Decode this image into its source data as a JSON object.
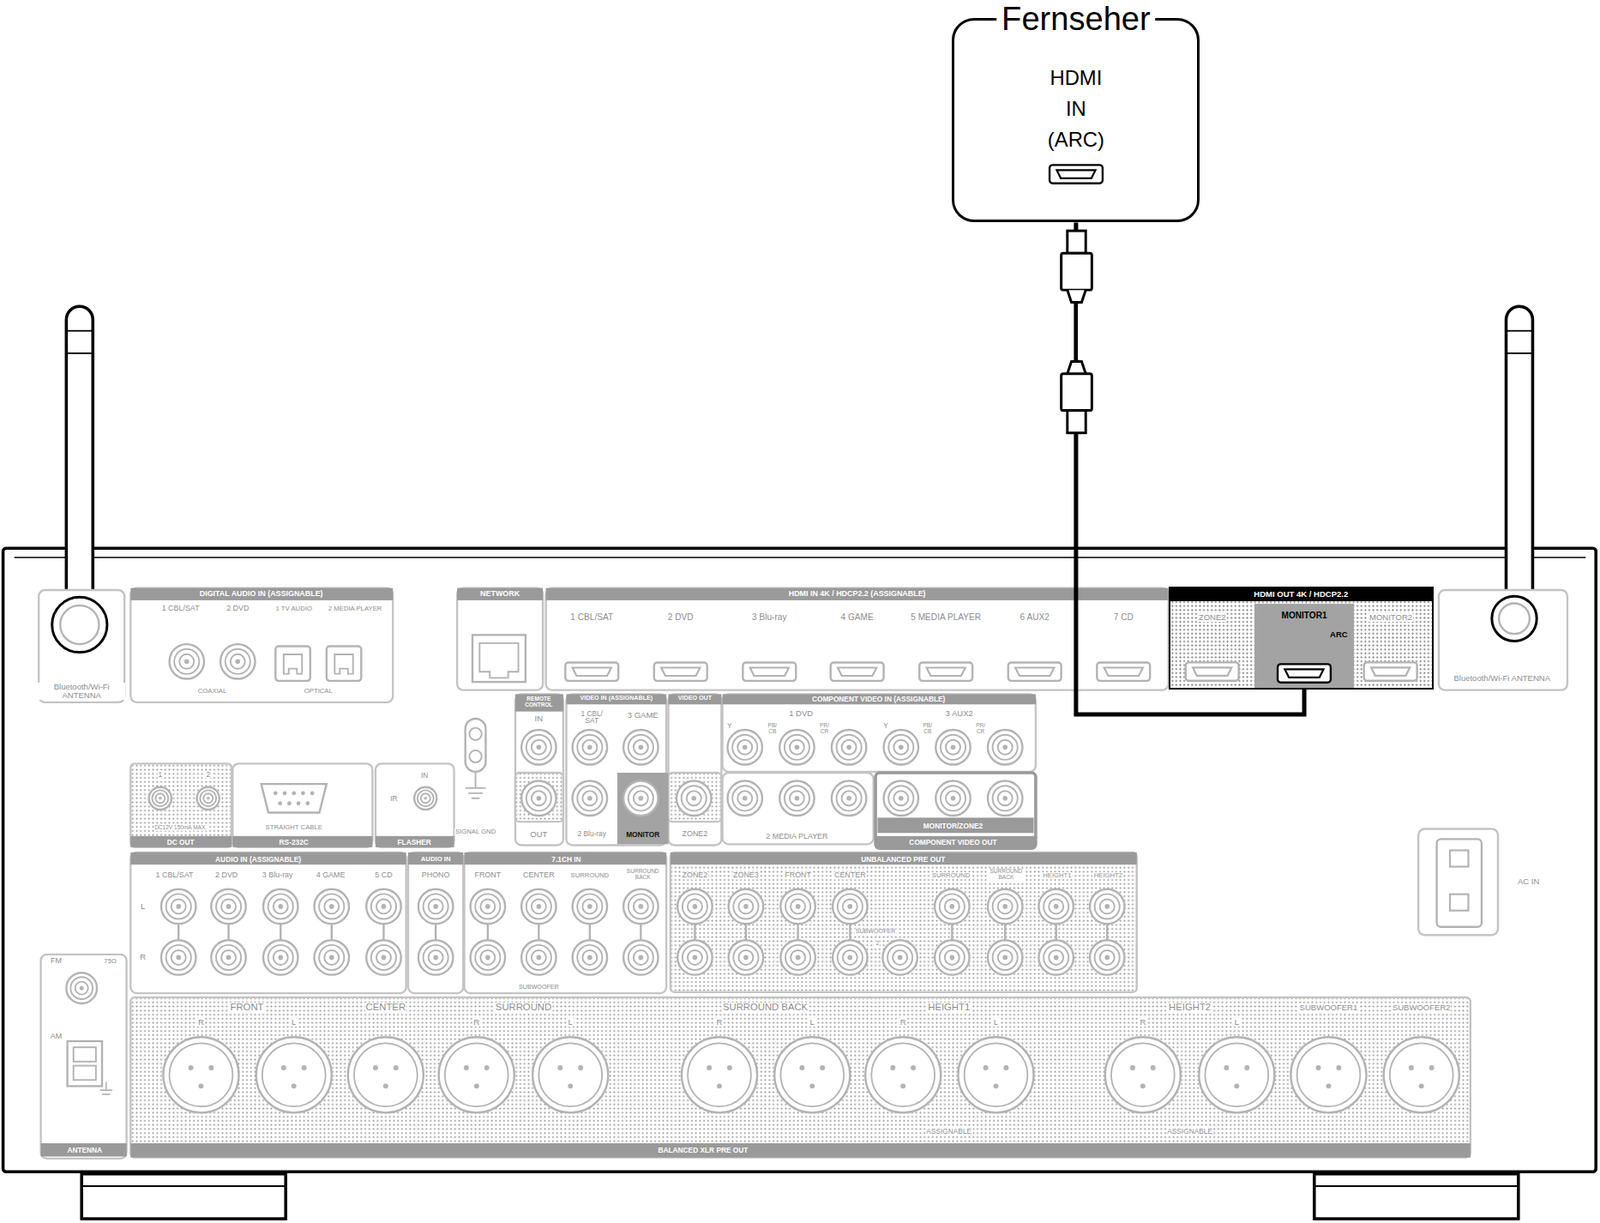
{
  "diagram": {
    "nodes": [
      {
        "text": [
          "Fernseher",
          "HDMI IN (ARC)"
        ]
      },
      {
        "text": [
          "HDMI OUT 4K / HDCP2.2"
        ]
      },
      {
        "text": [
          "MONITOR1",
          "ARC"
        ],
        "in": 1
      }
    ],
    "edges": [
      {
        "from": 0,
        "to": 2,
        "arrow": "none"
      }
    ],
    "labels": [
      "Bluetooth/Wi-Fi ANTENNA",
      "DIGITAL AUDIO IN (ASSIGNABLE)",
      "1 CBL/SAT",
      "2 DVD",
      "1 TV AUDIO",
      "2 MEDIA PLAYER",
      "COAXIAL",
      "OPTICAL",
      "NETWORK",
      "HDMI IN 4K / HDCP2.2 (ASSIGNABLE)",
      "1 CBL/SAT",
      "2 DVD",
      "3 Blu-ray",
      "4 GAME",
      "5 MEDIA PLAYER",
      "6 AUX2",
      "7 CD",
      "ZONE2",
      "MONITOR2",
      "Bluetooth/Wi-Fi ANTENNA",
      "REMOTE CONTROL",
      "IN",
      "OUT",
      "VIDEO IN (ASSIGNABLE)",
      "1 CBL/ SAT",
      "3 GAME",
      "2 Blu-ray",
      "MONITOR",
      "VIDEO OUT",
      "ZONE2",
      "COMPONENT VIDEO IN (ASSIGNABLE)",
      "1 DVD",
      "3 AUX2",
      "Y",
      "PB/ CB",
      "PR/ CR",
      "Y",
      "PB/ CB",
      "PR/ CR",
      "2 MEDIA PLAYER",
      "MONITOR/ZONE2",
      "COMPONENT VIDEO OUT",
      "1",
      "2",
      "DC12V 150mA MAX.",
      "DC OUT",
      "STRAIGHT CABLE",
      "RS-232C",
      "IN",
      "IR",
      "FLASHER",
      "SIGNAL GND",
      "AUDIO IN (ASSIGNABLE)",
      "1 CBL/SAT",
      "2 DVD",
      "3 Blu-ray",
      "4 GAME",
      "5 CD",
      "L",
      "R",
      "AUDIO IN",
      "PHONO",
      "7.1CH IN",
      "FRONT",
      "CENTER",
      "SURROUND",
      "SURROUND BACK",
      "SUBWOOFER",
      "UNBALANCED PRE OUT",
      "ZONE2",
      "ZONE3",
      "FRONT",
      "CENTER",
      "SURROUND",
      "SURROUND BACK",
      "HEIGHT1",
      "HEIGHT2",
      "SUBWOOFER",
      "2",
      "AC IN",
      "FM",
      "75Ω",
      "AM",
      "ANTENNA",
      "FRONT",
      "R",
      "L",
      "CENTER",
      "SURROUND",
      "R",
      "L",
      "SURROUND BACK",
      "R",
      "L",
      "HEIGHT1",
      "R",
      "L",
      "ASSIGNABLE",
      "HEIGHT2",
      "R",
      "L",
      "ASSIGNABLE",
      "SUBWOOFER1",
      "SUBWOOFER2",
      "BALANCED XLR PRE OUT"
    ]
  }
}
